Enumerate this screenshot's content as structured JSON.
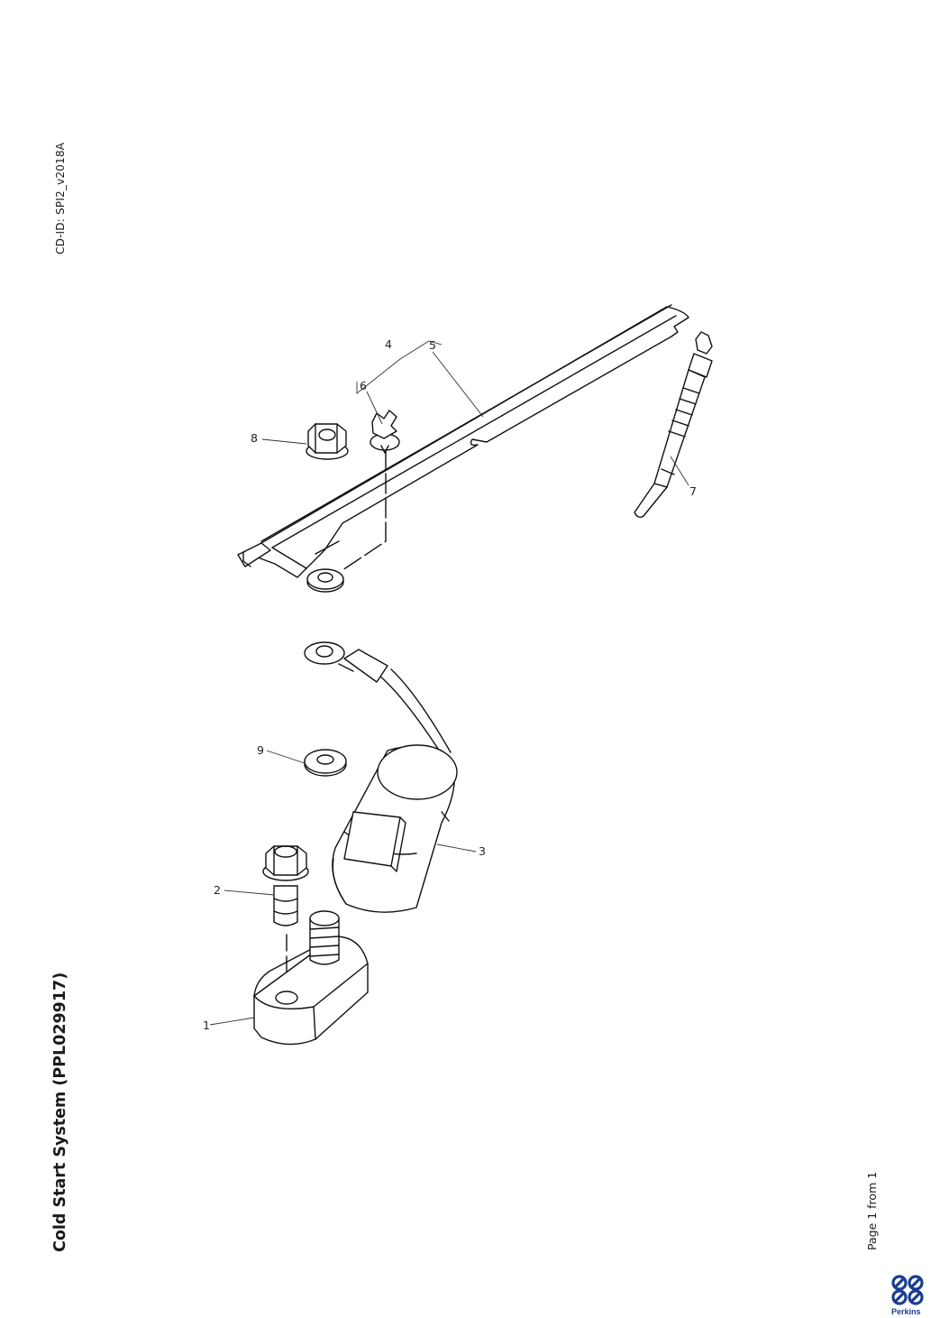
{
  "header": {
    "cd_id": "CD-ID: SPI2_v2018A"
  },
  "title": "Cold Start System (PPL029917)",
  "footer": {
    "page_info": "Page 1 from 1"
  },
  "brand": {
    "name": "Perkins",
    "color": "#1b3d8f"
  },
  "callouts": {
    "c1": "1",
    "c2": "2",
    "c3": "3",
    "c4": "4",
    "c5": "5",
    "c6": "6",
    "c7": "7",
    "c8": "8",
    "c9": "9"
  }
}
